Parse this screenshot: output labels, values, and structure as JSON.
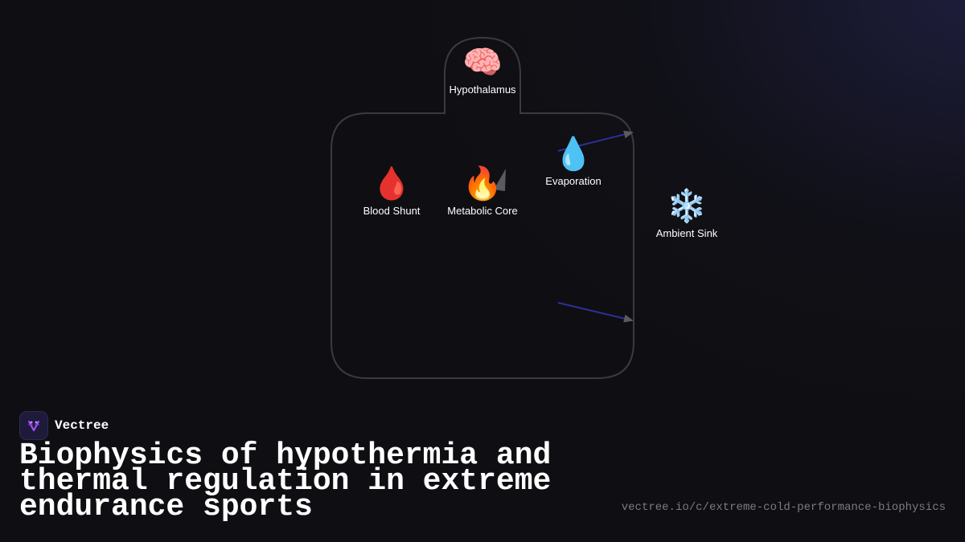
{
  "diagram": {
    "nodes": {
      "hypothalamus": {
        "label": "Hypothalamus",
        "icon": "brain-icon",
        "glyph": "🧠"
      },
      "blood_shunt": {
        "label": "Blood Shunt",
        "icon": "blood-drop-icon",
        "glyph": "🩸"
      },
      "metabolic_core": {
        "label": "Metabolic Core",
        "icon": "fire-icon",
        "glyph": "🔥"
      },
      "evaporation": {
        "label": "Evaporation",
        "icon": "droplet-icon",
        "glyph": "💧"
      },
      "ambient_sink": {
        "label": "Ambient Sink",
        "icon": "snowflake-icon",
        "glyph": "❄️"
      }
    },
    "colors": {
      "outline": "#3a3a3f",
      "arrow_line": "#2f2f9a",
      "arrow_head": "#5a5a60"
    }
  },
  "brand": {
    "name": "Vectree",
    "logo_icon": "vectree-logo-icon"
  },
  "title": "Biophysics of hypothermia and thermal regulation in extreme endurance sports",
  "url": "vectree.io/c/extreme-cold-performance-biophysics"
}
